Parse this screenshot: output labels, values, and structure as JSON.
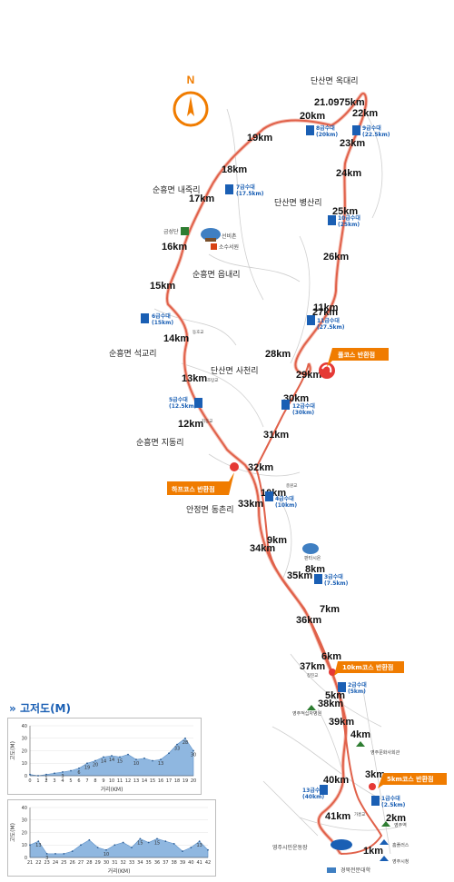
{
  "north_label": "N",
  "places": [
    {
      "id": "okdaeri",
      "text": "단산면 옥대리"
    },
    {
      "id": "byeongsanri",
      "text": "단산면 병산리"
    },
    {
      "id": "naejukri",
      "text": "순흥면 내죽리"
    },
    {
      "id": "eupnaeri",
      "text": "순흥면 읍내리"
    },
    {
      "id": "seokgyori",
      "text": "순흥면 석교리"
    },
    {
      "id": "sacheonri",
      "text": "단산면 사천리"
    },
    {
      "id": "jidongri",
      "text": "순흥면 지동리"
    },
    {
      "id": "dongchonri",
      "text": "안정면 동촌리"
    },
    {
      "id": "geumseongdan",
      "text": "금성단"
    },
    {
      "id": "seonbichon",
      "text": "선비촌"
    },
    {
      "id": "sosuseowon",
      "text": "소수서원"
    },
    {
      "id": "pungisieun",
      "text": "판타시온"
    },
    {
      "id": "stadium",
      "text": "영주시민운동장"
    },
    {
      "id": "college",
      "text": "경북전문대학"
    },
    {
      "id": "hospital",
      "text": "영주적십자병원"
    },
    {
      "id": "museum",
      "text": "영주문화사회관"
    },
    {
      "id": "station",
      "text": "영주역"
    },
    {
      "id": "homeplus",
      "text": "홈플러스"
    },
    {
      "id": "cityhall",
      "text": "영주시청"
    },
    {
      "id": "gagunggyo",
      "text": "가흥교"
    },
    {
      "id": "changjingyo",
      "text": "창진교"
    },
    {
      "id": "dongjeong",
      "text": "동호교"
    },
    {
      "id": "jigokgyo",
      "text": "지동교"
    },
    {
      "id": "hwangtangyo",
      "text": "조탕교"
    },
    {
      "id": "chunggyo",
      "text": "충원교"
    }
  ],
  "km_markers": [
    "1km",
    "2km",
    "3km",
    "4km",
    "5km",
    "6km",
    "7km",
    "8km",
    "9km",
    "10km",
    "11km",
    "12km",
    "13km",
    "14km",
    "15km",
    "16km",
    "17km",
    "18km",
    "19km",
    "20km",
    "21.0975km",
    "22km",
    "23km",
    "24km",
    "25km",
    "26km",
    "27km",
    "28km",
    "29km",
    "30km",
    "31km",
    "32km",
    "33km",
    "34km",
    "35km",
    "36km",
    "37km",
    "38km",
    "39km",
    "40km",
    "41km"
  ],
  "water_stations": [
    {
      "id": "w1",
      "text": "1급수대",
      "sub": "(2.5km)"
    },
    {
      "id": "w2",
      "text": "2급수대",
      "sub": "(5km)"
    },
    {
      "id": "w3",
      "text": "3급수대",
      "sub": "(7.5km)"
    },
    {
      "id": "w4",
      "text": "4급수대",
      "sub": "(10km)"
    },
    {
      "id": "w5",
      "text": "5급수대",
      "sub": "(12.5km)"
    },
    {
      "id": "w6",
      "text": "6급수대",
      "sub": "(15km)"
    },
    {
      "id": "w7",
      "text": "7급수대",
      "sub": "(17.5km)"
    },
    {
      "id": "w8",
      "text": "8급수대",
      "sub": "(20km)"
    },
    {
      "id": "w9",
      "text": "9급수대",
      "sub": "(22.5km)"
    },
    {
      "id": "w10",
      "text": "10급수대",
      "sub": "(25km)"
    },
    {
      "id": "w11",
      "text": "11급수대",
      "sub": "(27.5km)"
    },
    {
      "id": "w12",
      "text": "12급수대",
      "sub": "(30km)"
    },
    {
      "id": "w13",
      "text": "13급수대",
      "sub": "(40km)"
    }
  ],
  "turnarounds": [
    {
      "id": "full",
      "text": "풀코스 반환점"
    },
    {
      "id": "half",
      "text": "하프코스 반환점"
    },
    {
      "id": "ten",
      "text": "10km코스 반환점"
    },
    {
      "id": "five",
      "text": "5km코스 반환점"
    }
  ],
  "colors": {
    "route": "#e0614a",
    "route_casing": "#f6c3b8",
    "turn": "#f07c00",
    "water": "#1a5fb4",
    "road": "#c8c8c8",
    "chart_fill": "#8fb7e0",
    "north": "#f07c00"
  },
  "elevation_title": "고저도(M)",
  "chart_data": [
    {
      "type": "area",
      "xlabel": "거리(KM)",
      "ylabel": "고도(M)",
      "ylim": [
        0,
        40
      ],
      "yticks": [
        0,
        10,
        20,
        30,
        40
      ],
      "x": [
        0,
        1,
        2,
        3,
        4,
        5,
        6,
        7,
        8,
        9,
        10,
        11,
        12,
        13,
        14,
        15,
        16,
        17,
        18,
        19,
        20
      ],
      "values": [
        1,
        0,
        1,
        2,
        3,
        4,
        6,
        10,
        12,
        15,
        16,
        15,
        17,
        13,
        14,
        12,
        13,
        18,
        25,
        30,
        20
      ],
      "point_labels": [
        "",
        "",
        "1",
        "",
        "3",
        "",
        "6",
        "19",
        "20",
        "14",
        "14",
        "15",
        "",
        "10",
        "",
        "",
        "13",
        "",
        "33",
        "28",
        "30"
      ]
    },
    {
      "type": "area",
      "xlabel": "거리(KM)",
      "ylabel": "고도(M)",
      "ylim": [
        0,
        40
      ],
      "yticks": [
        0,
        10,
        20,
        30,
        40
      ],
      "x": [
        21,
        22,
        23,
        24,
        25,
        26,
        27,
        28,
        29,
        30,
        31,
        32,
        33,
        34,
        35,
        36,
        37,
        38,
        39,
        40,
        41,
        42
      ],
      "values": [
        10,
        13,
        3,
        3,
        3,
        5,
        10,
        14,
        8,
        6,
        10,
        12,
        8,
        15,
        12,
        15,
        13,
        11,
        5,
        8,
        13,
        6
      ],
      "point_labels": [
        "",
        "13",
        "3",
        "",
        "",
        "",
        "",
        "",
        "",
        "10",
        "",
        "",
        "",
        "15",
        "",
        "15",
        "",
        "",
        "",
        "",
        "13",
        ""
      ]
    }
  ]
}
